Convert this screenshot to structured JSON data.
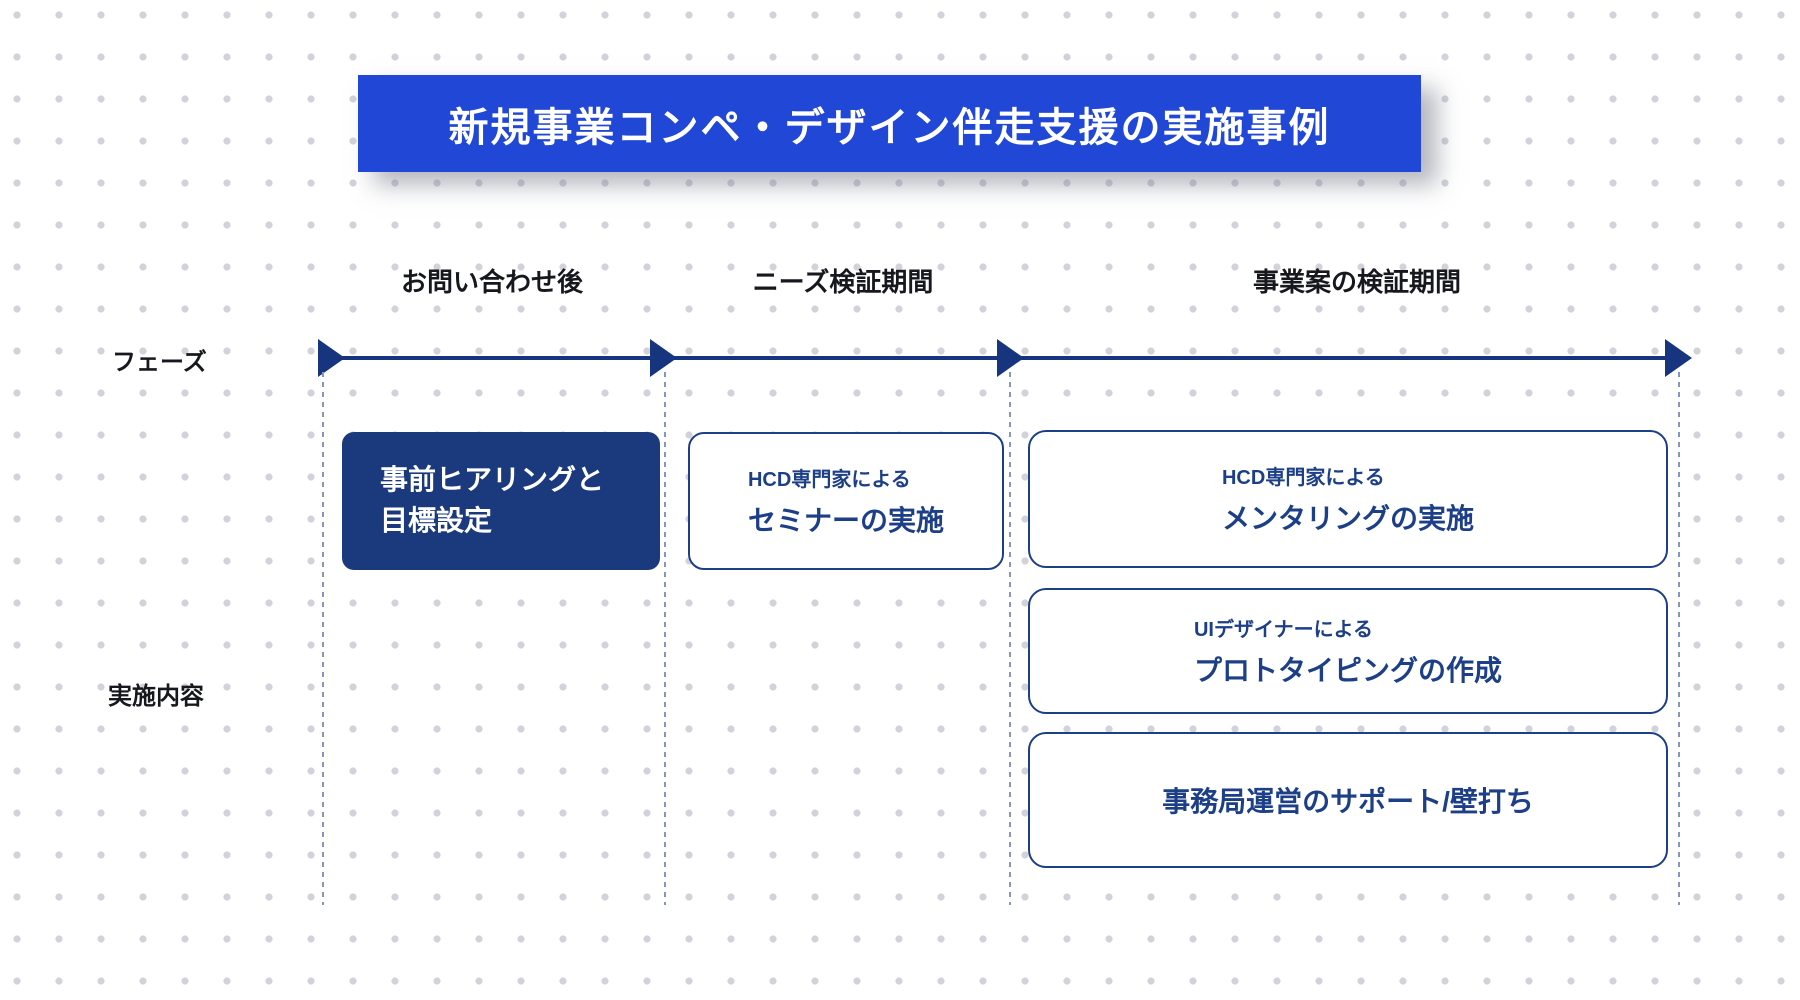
{
  "title": {
    "text": "新規事業コンペ・デザイン伴走支援の実施事例"
  },
  "row_labels": {
    "phase": "フェーズ",
    "content": "実施内容"
  },
  "phases": [
    {
      "label": "お問い合わせ後"
    },
    {
      "label": "ニーズ検証期間"
    },
    {
      "label": "事業案の検証期間"
    }
  ],
  "cards": {
    "pre_hearing": {
      "line1": "事前ヒアリングと",
      "line2": "目標設定"
    },
    "seminar": {
      "small": "HCD専門家による",
      "large": "セミナーの実施"
    },
    "mentoring": {
      "small": "HCD専門家による",
      "large": "メンタリングの実施"
    },
    "prototyping": {
      "small": "UIデザイナーによる",
      "large": "プロトタイピングの作成"
    },
    "support": {
      "large": "事務局運営のサポート/壁打ち"
    }
  },
  "colors": {
    "banner_blue": "#2147d6",
    "navy_fill": "#1b3a7d",
    "navy_border_text": "#1c3f87",
    "timeline_navy": "#16357e",
    "divider_dashed": "#8496c4",
    "background_dot": "#d2d2db",
    "heading_text": "#16181d",
    "banner_text": "#ffffff"
  }
}
